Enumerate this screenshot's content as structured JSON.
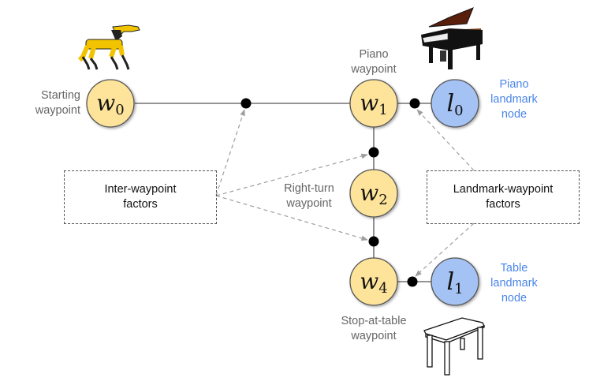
{
  "title": "Waypoint and landmark factor graph",
  "colors": {
    "waypoint_fill": "#fde49a",
    "landmark_fill": "#a4c2f4",
    "node_stroke": "#555555",
    "edge": "#555555",
    "factor": "#000000",
    "dashed_arrow": "#9e9e9e",
    "label_gray": "#666666",
    "label_blue": "#4a86e8"
  },
  "nodes": {
    "w0": {
      "symbol": "w",
      "subscript": "0",
      "type": "waypoint",
      "label": "Starting\nwaypoint"
    },
    "w1": {
      "symbol": "w",
      "subscript": "1",
      "type": "waypoint",
      "label": "Piano\nwaypoint"
    },
    "w2": {
      "symbol": "w",
      "subscript": "2",
      "type": "waypoint",
      "label": "Right-turn\nwaypoint"
    },
    "w4": {
      "symbol": "w",
      "subscript": "4",
      "type": "waypoint",
      "label": "Stop-at-table\nwaypoint"
    },
    "l0": {
      "symbol": "l",
      "subscript": "0",
      "type": "landmark",
      "label": "Piano\nlandmark\nnode"
    },
    "l1": {
      "symbol": "l",
      "subscript": "1",
      "type": "landmark",
      "label": "Table\nlandmark\nnode"
    }
  },
  "edges": [
    {
      "from": "w0",
      "to": "w1",
      "factor": "inter-waypoint"
    },
    {
      "from": "w1",
      "to": "w2",
      "factor": "inter-waypoint"
    },
    {
      "from": "w2",
      "to": "w4",
      "factor": "inter-waypoint"
    },
    {
      "from": "w1",
      "to": "l0",
      "factor": "landmark-waypoint"
    },
    {
      "from": "w4",
      "to": "l1",
      "factor": "landmark-waypoint"
    }
  ],
  "callouts": {
    "inter_waypoint": "Inter-waypoint\nfactors",
    "landmark_waypoint": "Landmark-waypoint\nfactors"
  },
  "images": {
    "robot": "robot-dog-icon",
    "piano": "grand-piano-icon",
    "table": "table-icon"
  }
}
